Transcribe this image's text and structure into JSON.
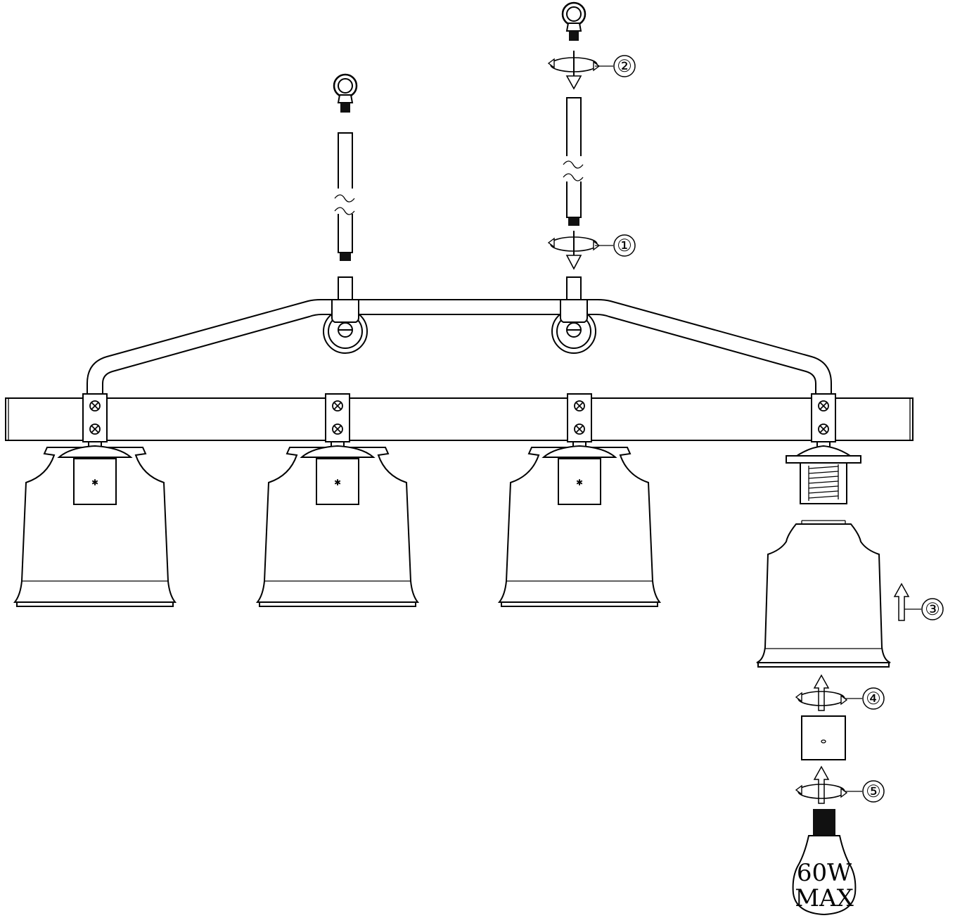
{
  "steps": [
    {
      "number": "①"
    },
    {
      "number": "②"
    },
    {
      "number": "③"
    },
    {
      "number": "④"
    },
    {
      "number": "⑤"
    }
  ],
  "bulb": {
    "line1": "60W",
    "line2": "MAX"
  }
}
